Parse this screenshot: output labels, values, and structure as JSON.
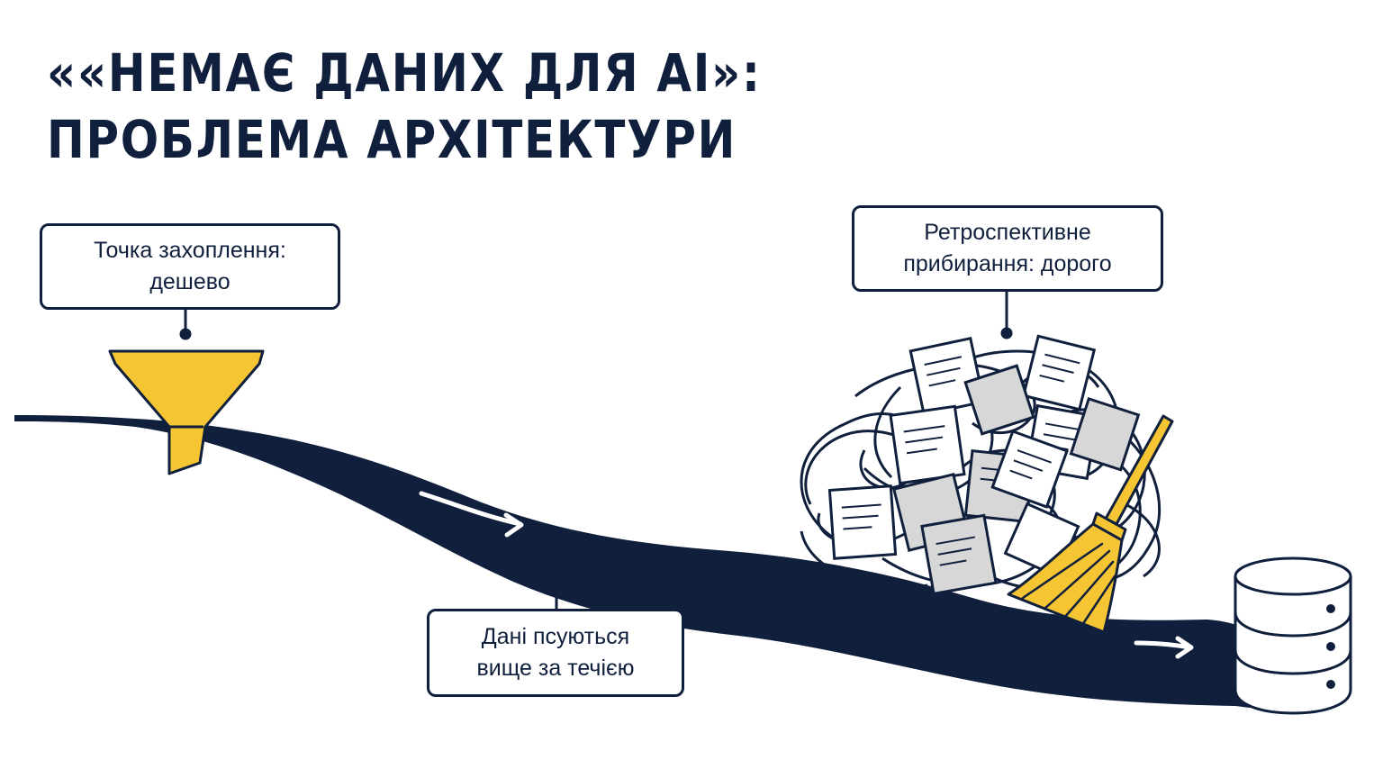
{
  "title": {
    "line1": "««НЕМАЄ ДАНИХ ДЛЯ AI»:",
    "line2": "ПРОБЛЕМА АРХІТЕКТУРИ"
  },
  "callouts": {
    "capture": {
      "line1": "Точка захоплення:",
      "line2": "дешево"
    },
    "cleanup": {
      "line1": "Ретроспективне",
      "line2": "прибирання: дорого"
    },
    "decay": {
      "line1": "Дані псуються",
      "line2": "вище за течією"
    }
  },
  "colors": {
    "navy": "#0f1f3c",
    "yellow": "#f6c533",
    "paper": "#ffffff",
    "paper_gray": "#d7d7d7"
  },
  "icons": {
    "funnel": "funnel-icon",
    "stream": "data-stream",
    "mess": "tangled-documents",
    "broom": "broom-icon",
    "database": "database-icon"
  }
}
